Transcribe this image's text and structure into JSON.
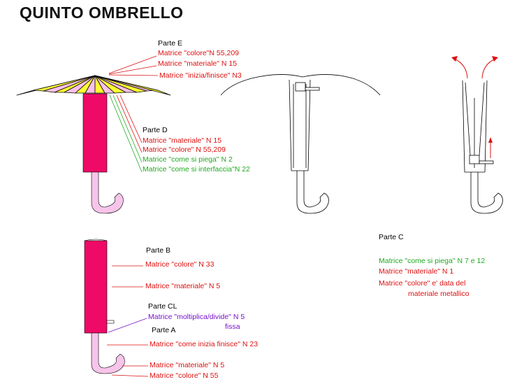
{
  "title": "QUINTO OMBRELLO",
  "part_e": {
    "label": "Parte E",
    "lines": [
      "Matrice \"colore\"N 55,209",
      "Matrice \"materiale\" N 15",
      "Matrice \"inizia/finisce\" N3"
    ]
  },
  "part_d": {
    "label": "Parte D",
    "lines": [
      "Matrice \"materiale\" N 15",
      "Matrice \"colore\" N 55,209",
      "Matrice \"come si piega\"  N  2",
      "Matrice \"come si interfaccia\"N 22"
    ]
  },
  "part_b": {
    "label": "Parte B",
    "lines": [
      "Matrice \"colore\" N 33",
      "Matrice \"materiale\" N 5"
    ]
  },
  "part_cl": {
    "label": "Parte CL",
    "lines": [
      "Matrice \"moltiplica/divide\" N 5",
      "fissa"
    ]
  },
  "part_a": {
    "label": "Parte A",
    "lines": [
      "Matrice \"come inizia finisce\" N 23",
      "Matrice \"materiale\" N 5",
      "Matrice \"colore\" N 55"
    ]
  },
  "part_c": {
    "label": "Parte C",
    "lines": [
      "Matrice \"come si piega\" N 7 e 12",
      "Matrice \"materiale\" N 1",
      "Matrice \"colore\" e' data del",
      "materiale metallico"
    ]
  },
  "colors": {
    "red_label": "#dd1111",
    "green_label": "#22aa22",
    "purple_label": "#7711cc",
    "shaft_magenta": "#ee0a66",
    "handle_pink": "#f7c4ea",
    "canopy_yellow": "#ffff33",
    "canopy_pink": "#ffc0e8"
  }
}
